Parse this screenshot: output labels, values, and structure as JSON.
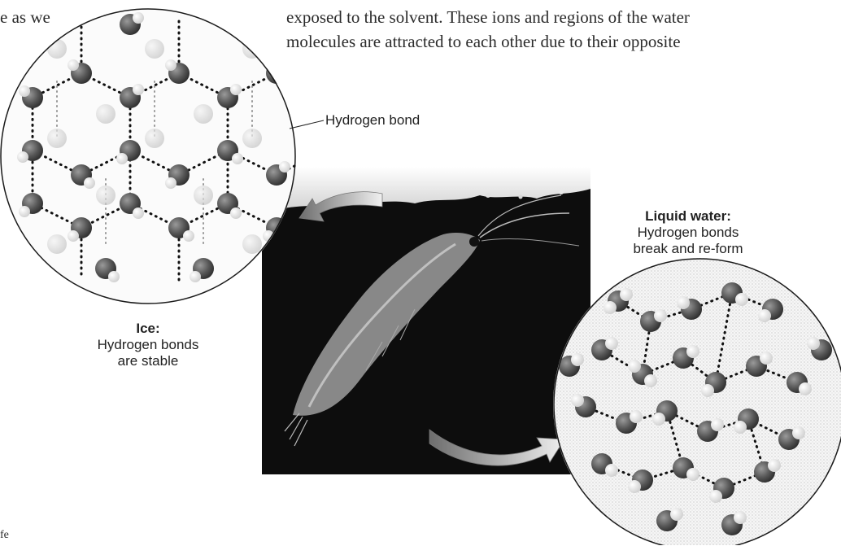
{
  "text": {
    "left_fragment": "e as we",
    "line1": "exposed to the solvent. These ions and regions of the water",
    "line2": "molecules are attracted to each other due to their opposite",
    "footer_fragment": "fe"
  },
  "labels": {
    "hydrogen_bond": "Hydrogen bond",
    "ice_title": "Ice:",
    "ice_line1": "Hydrogen bonds",
    "ice_line2": "are stable",
    "liquid_title": "Liquid water:",
    "liquid_line1": "Hydrogen bonds",
    "liquid_line2": "break and re-form"
  },
  "colors": {
    "photo_background": "#0d0d0d",
    "oxygen": "#5a5a5a",
    "hydrogen": "#e8e8e8",
    "stipple": "#e6e6e6"
  }
}
